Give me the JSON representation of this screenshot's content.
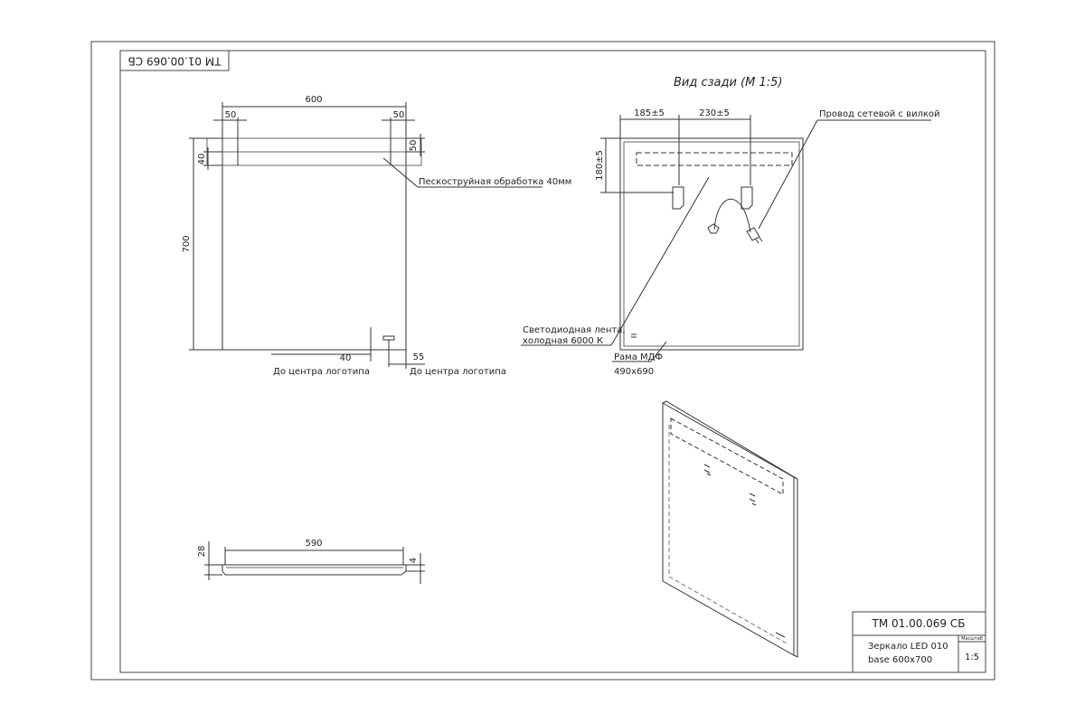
{
  "doc": {
    "code_mirrored": "TM 01.00.069 СБ",
    "code": "TM 01.00.069 СБ"
  },
  "front": {
    "width": "600",
    "side_left": "50",
    "side_right": "50",
    "top_50": "50",
    "top_40": "40",
    "height": "700",
    "sandblast": "Пескоструйная обработка 40мм",
    "logo_40": "40",
    "logo_55": "55",
    "logo_note_left": "До центра логотипа",
    "logo_note_right": "До центра логотипа"
  },
  "back": {
    "title": "Вид сзади (М 1:5)",
    "dim_185": "185±5",
    "dim_230": "230±5",
    "dim_180": "180±5",
    "cable_label": "Провод сетевой с вилкой",
    "led_label_1": "Светодиодная лента,",
    "led_label_2": "холодная 6000 К",
    "frame_label": "Рама МДФ",
    "frame_size": "490x690"
  },
  "side": {
    "length": "590",
    "thickness": "28",
    "edge": "4"
  },
  "stamp": {
    "name_1": "Зеркало LED 010",
    "name_2": "base 600x700",
    "scale_caption": "Масштаб",
    "scale_value": "1:5"
  }
}
